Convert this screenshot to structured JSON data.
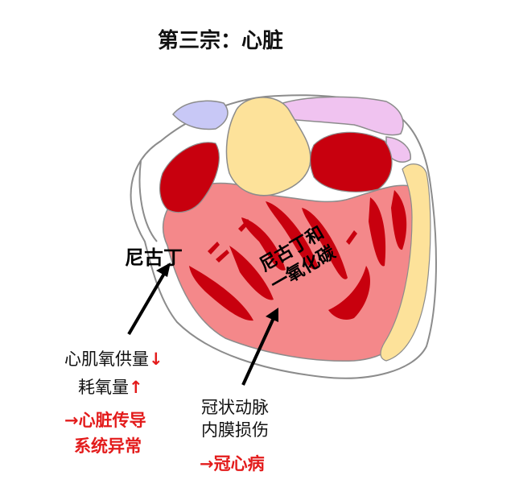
{
  "title": "第三宗：心脏",
  "labels": {
    "nicotine": "尼古丁",
    "nicotine_co_line1": "尼古丁和",
    "nicotine_co_line2": "一氧化碳"
  },
  "left_effects": {
    "line1": "心肌氧供量",
    "line1_arrow": "↓",
    "line2": "耗氧量",
    "line2_arrow": "↑",
    "result_line1": "→心脏传导",
    "result_line2": "系统异常"
  },
  "right_effects": {
    "line1": "冠状动脉",
    "line2": "内膜损伤",
    "result": "→冠心病"
  },
  "colors": {
    "muscle_light": "#f4888a",
    "muscle_dark": "#c8000e",
    "fat": "#fde29a",
    "vessel_purple": "#f0c3f0",
    "vessel_blue": "#c8c8f6",
    "outline": "#8c8c8c",
    "accent_red": "#e31b1b"
  }
}
